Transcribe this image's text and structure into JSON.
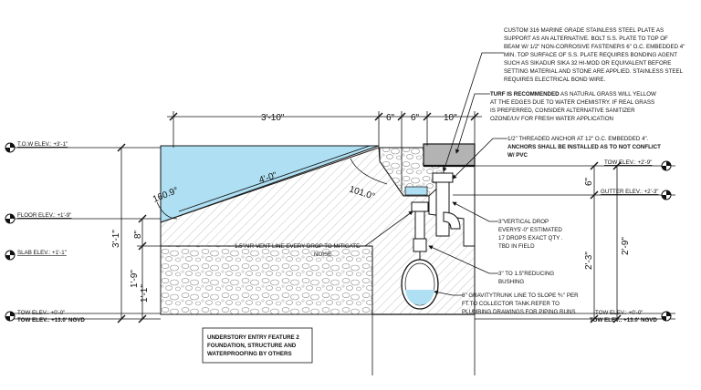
{
  "notes": {
    "steel_plate": [
      "CUSTOM 316 MARINE GRADE STAINLESS STEEL PLATE AS",
      "SUPPORT AS AN ALTERNATIVE.  BOLT S.S. PLATE TO TOP OF",
      "BEAM W/ 1/2\" NON-CORROSIVE FASTENERS 6\" O.C. EMBEDDED 4\"",
      "MIN. TOP SURFACE OF S.S. PLATE REQUIRES BONDING AGENT",
      "SUCH AS SIKADUR SIKA 32 HI-MOD OR EQUIVALENT BEFORE",
      "SETTING MATERIAL AND STONE ARE APPLIED. STAINLESS STEEL",
      "REQUIRES ELECTRICAL BOND WIRE."
    ],
    "turf_bold": "TURF IS RECOMMENDED",
    "turf_rest": " AS NATURAL GRASS WILL YELLOW",
    "turf_lines": [
      "AT THE EDGES DUE TO WATER CHEMISTRY. IF REAL GRASS",
      "IS PREFERRED, CONSIDER ALTERNATIVE SANITIZER",
      "OZONE/UV FOR FRESH WATER APPLICATION"
    ],
    "anchor": [
      "1/2\" THREADED ANCHOR AT 12\" O.C. EMBEDDED 4\"."
    ],
    "anchor_bold": [
      "ANCHORS SHALL BE INSTALLED AS TO NOT CONFLICT",
      "W/ PVC"
    ],
    "vertical_drop": [
      "3\"VERTICAL DROP",
      "EVERY5'-0\" ESTIMATED",
      " 17 DROPS EXACT QTY .",
      "TBD IN FIELD"
    ],
    "vent": [
      "1.5\"AIR VENT LINE EVERY DROP TO MITIGATE",
      "NOISE"
    ],
    "reducing": [
      "3\" TO 1.5\"REDUCING",
      "BUSHING"
    ],
    "gravity": [
      "6\" GRAVITYTRUNK LINE TO SLOPE ⅗\" PER",
      "FT.TO COLLECTOR TANK.REFER TO",
      "PLUMBING DRAWINGS FOR PIPING RUNS"
    ],
    "understory": [
      "UNDERSTORY ENTRY FEATURE 2",
      "FOUNDATION, STRUCTURE AND",
      "WATERPROOFING BY OTHERS"
    ]
  },
  "elevations_left": {
    "tow_top": "T.O.W ELEV.: +3'-1\"",
    "floor": "FLOOR ELEV.: +1'-9\"",
    "slab": "SLAB ELEV.: +1'-1\"",
    "tow_base": "TOW ELEV.: +0'-0\"",
    "tow_ngvd": "TOW ELEV.: +13.0' NGVD"
  },
  "elevations_right": {
    "tow_top": "TOW ELEV.: +2'-9\"",
    "gutter": "GUTTER ELEV.: +2'-3\"",
    "tow_base": "TOW ELEV.: +0'-0\"",
    "tow_ngvd": "TOW ELEV.: +13.0' NGVD"
  },
  "dimensions": {
    "top_3_10": "3'-10\"",
    "top_6a": "6\"",
    "top_6b": "6\"",
    "top_10": "10\"",
    "slope_4_0": "4'-0\"",
    "angle_101": "101.0°",
    "angle_160": "160.9°",
    "left_total": "3'-1\"",
    "left_8": "8\"",
    "left_1_9": "1'-9\"",
    "left_1_1": "1'-1\"",
    "right_6": "6\"",
    "right_2_3": "2'-3\"",
    "right_2_9": "2'-9\""
  },
  "colors": {
    "water": "#aedff2",
    "line": "#1a1a1a",
    "capstone": "#b3b3b3"
  }
}
